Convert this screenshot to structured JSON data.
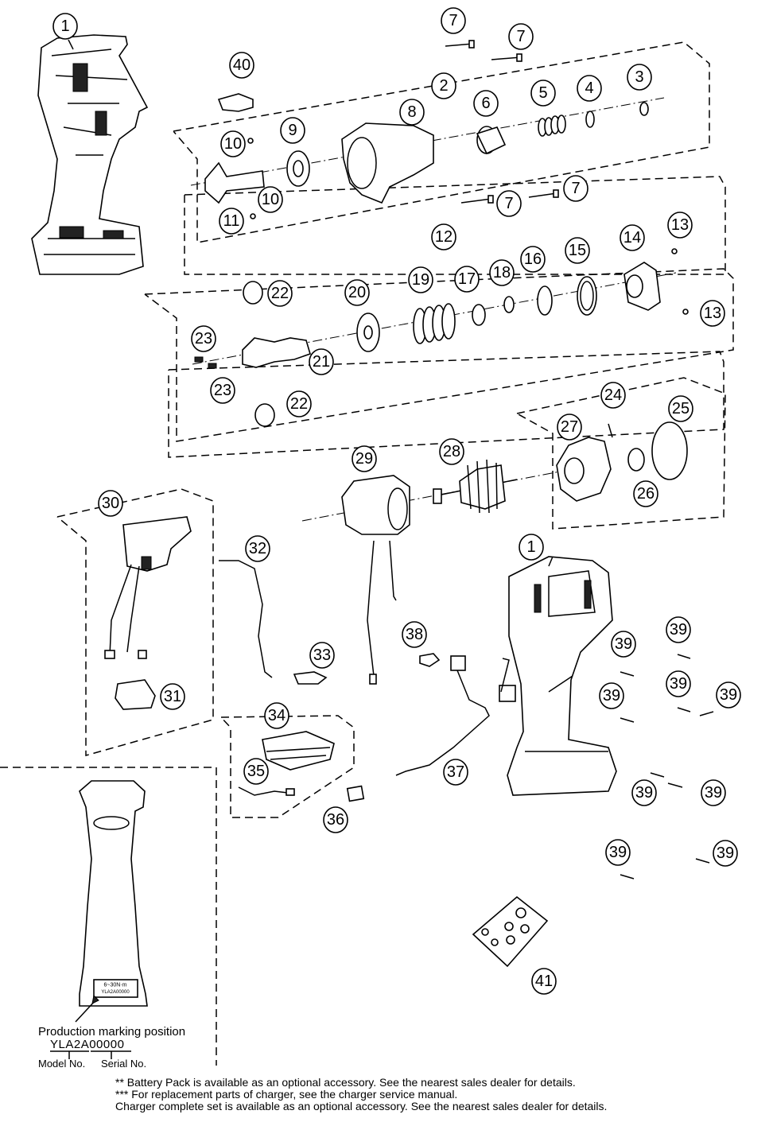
{
  "callouts": [
    "1",
    "2",
    "3",
    "4",
    "5",
    "6",
    "7",
    "8",
    "9",
    "10",
    "11",
    "12",
    "13",
    "14",
    "15",
    "16",
    "17",
    "18",
    "19",
    "20",
    "21",
    "22",
    "23",
    "24",
    "25",
    "26",
    "27",
    "28",
    "29",
    "30",
    "31",
    "32",
    "33",
    "34",
    "35",
    "36",
    "37",
    "38",
    "39",
    "40",
    "41"
  ],
  "production": {
    "label": "Production marking position",
    "code": "YLA2A00000",
    "model_label": "Model No.",
    "serial_label": "Serial No.",
    "plate_line1": "6~30N·m",
    "plate_line2": "YLA2A00000"
  },
  "notes": [
    "**  Battery Pack is available as an optional accessory.  See the nearest sales dealer for details.",
    "*** For replacement parts of charger, see the charger service manual.",
    "      Charger complete set is available as an optional accessory.  See the nearest sales dealer for details."
  ]
}
